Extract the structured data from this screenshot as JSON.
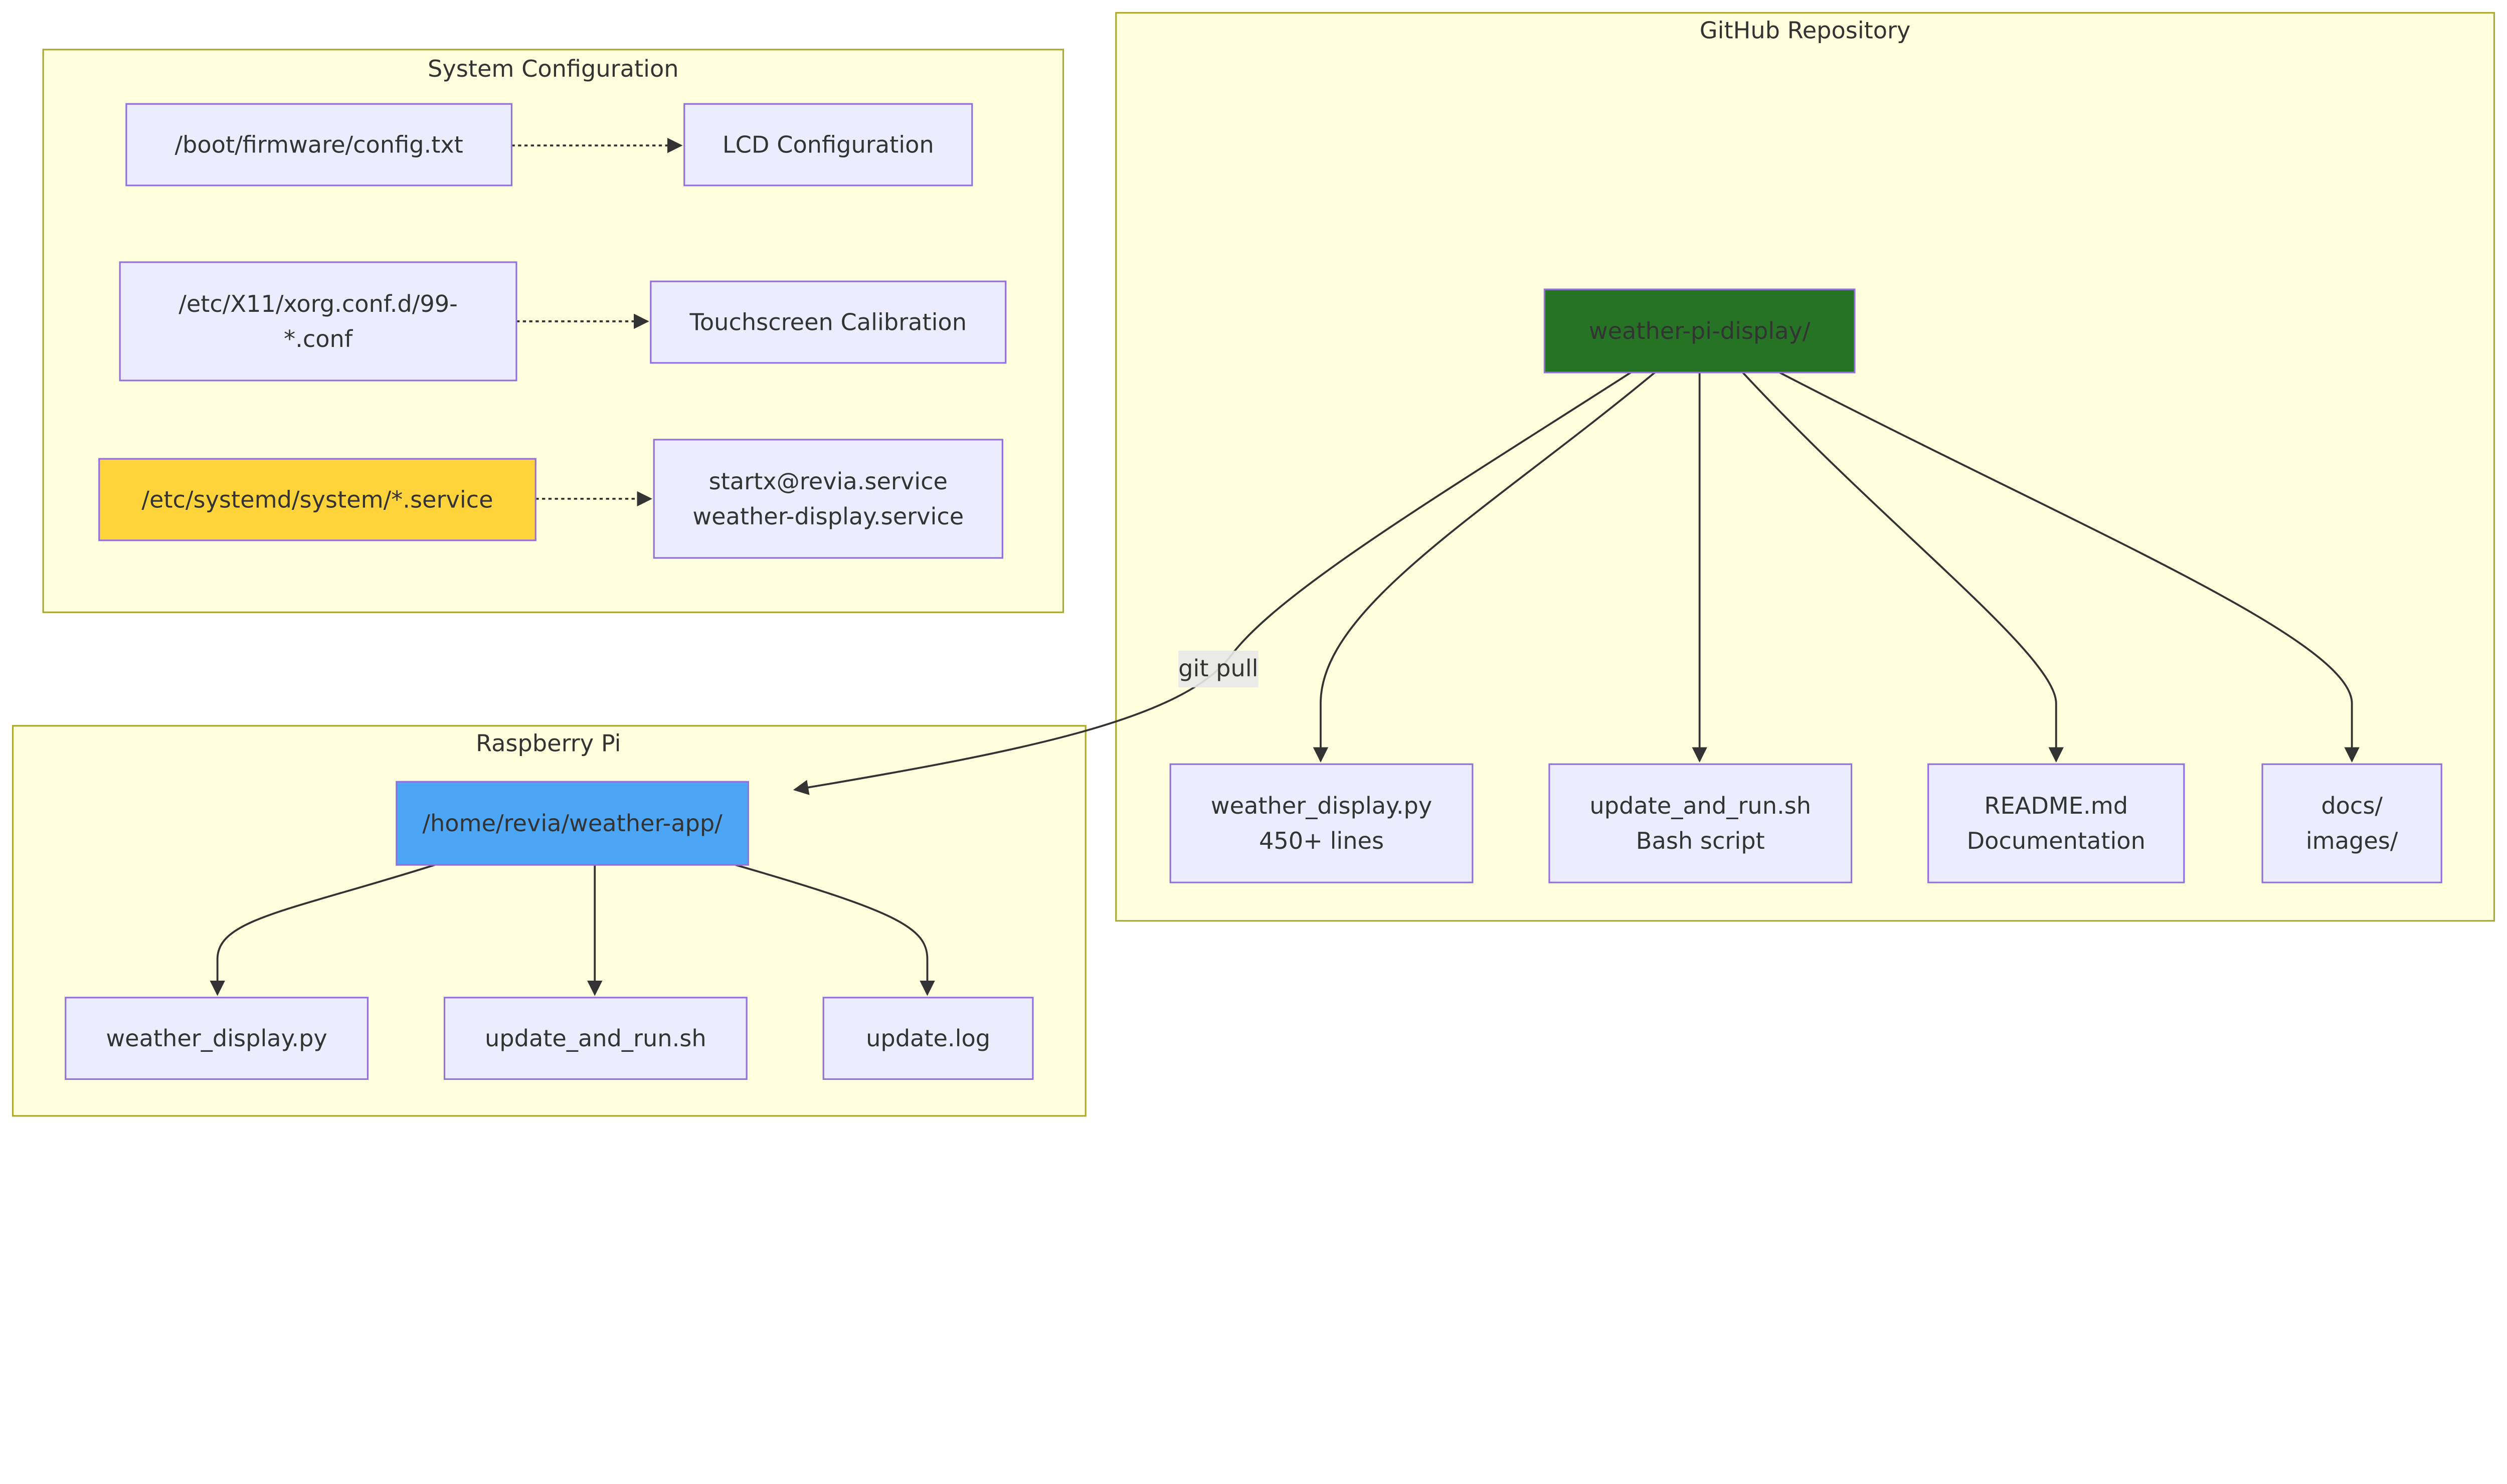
{
  "clusters": {
    "system": {
      "title": "System Configuration"
    },
    "github": {
      "title": "GitHub Repository"
    },
    "pi": {
      "title": "Raspberry Pi"
    }
  },
  "nodes": {
    "config_txt": {
      "lines": [
        "/boot/firmware/config.txt"
      ]
    },
    "lcd": {
      "lines": [
        "LCD Configuration"
      ]
    },
    "xorg": {
      "lines": [
        "/etc/X11/xorg.conf.d/99-",
        "*.conf"
      ]
    },
    "touch": {
      "lines": [
        "Touchscreen Calibration"
      ]
    },
    "systemd": {
      "lines": [
        "/etc/systemd/system/*.service"
      ],
      "fill": "#ffd43b"
    },
    "services": {
      "lines": [
        "startx@revia.service",
        "weather-display.service"
      ]
    },
    "repo": {
      "lines": [
        "weather-pi-display/"
      ],
      "fill": "#267326"
    },
    "gh_weather": {
      "lines": [
        "weather_display.py",
        "450+ lines"
      ]
    },
    "gh_update": {
      "lines": [
        "update_and_run.sh",
        "Bash script"
      ]
    },
    "gh_readme": {
      "lines": [
        "README.md",
        "Documentation"
      ]
    },
    "gh_docs": {
      "lines": [
        "docs/",
        "images/"
      ]
    },
    "home": {
      "lines": [
        "/home/revia/weather-app/"
      ],
      "fill": "#4da6f5"
    },
    "pi_weather": {
      "lines": [
        "weather_display.py"
      ]
    },
    "pi_update": {
      "lines": [
        "update_and_run.sh"
      ]
    },
    "pi_log": {
      "lines": [
        "update.log"
      ]
    }
  },
  "edges": {
    "git_pull": {
      "label": "git pull"
    }
  },
  "colors": {
    "node_fill": "#ececff",
    "node_stroke": "#9370db",
    "cluster_fill": "#ffffde",
    "cluster_stroke": "#aaaa33",
    "edge_label_bg": "#e8e8e8"
  }
}
